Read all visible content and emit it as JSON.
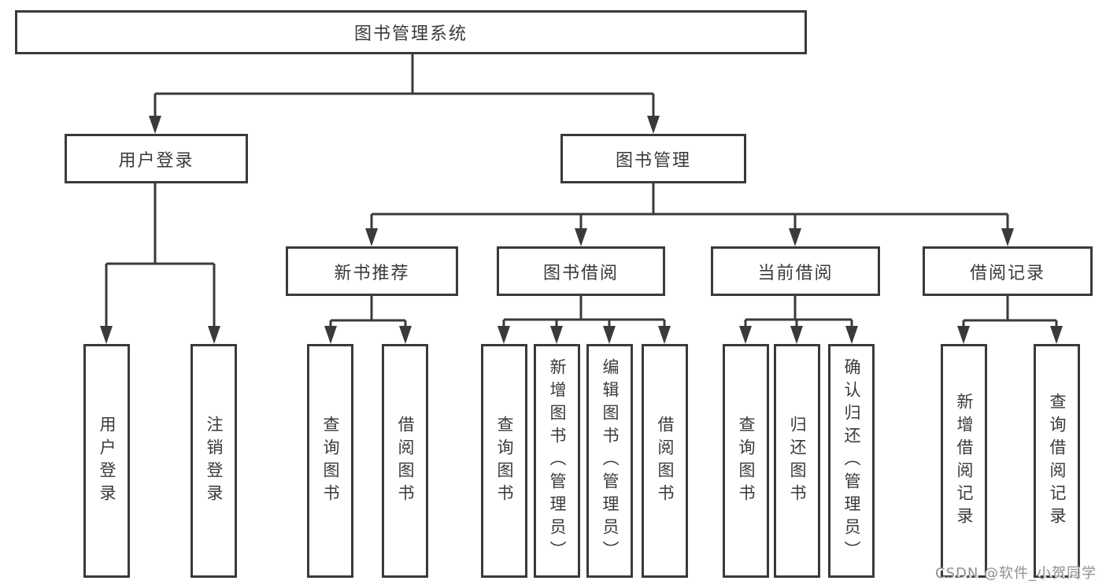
{
  "diagram": {
    "root_label": "图书管理系统",
    "branches": [
      {
        "label": "用户登录",
        "children": [
          {
            "label": "用户登录"
          },
          {
            "label": "注销登录"
          }
        ]
      },
      {
        "label": "图书管理",
        "children": [
          {
            "label": "新书推荐",
            "children": [
              {
                "label": "查询图书"
              },
              {
                "label": "借阅图书"
              }
            ]
          },
          {
            "label": "图书借阅",
            "children": [
              {
                "label": "查询图书"
              },
              {
                "label": "新增图书（管理员）"
              },
              {
                "label": "编辑图书（管理员）"
              },
              {
                "label": "借阅图书"
              }
            ]
          },
          {
            "label": "当前借阅",
            "children": [
              {
                "label": "查询图书"
              },
              {
                "label": "归还图书"
              },
              {
                "label": "确认归还（管理员）"
              }
            ]
          },
          {
            "label": "借阅记录",
            "children": [
              {
                "label": "新增借阅记录"
              },
              {
                "label": "查询借阅记录"
              }
            ]
          }
        ]
      }
    ]
  },
  "watermark": {
    "text": "CSDN @软件_小贺同学"
  },
  "colors": {
    "line": "#3a3a3a",
    "text": "#3a3a3a",
    "box_fill": "#ffffff",
    "watermark": "#909090",
    "background": "#ffffff"
  }
}
